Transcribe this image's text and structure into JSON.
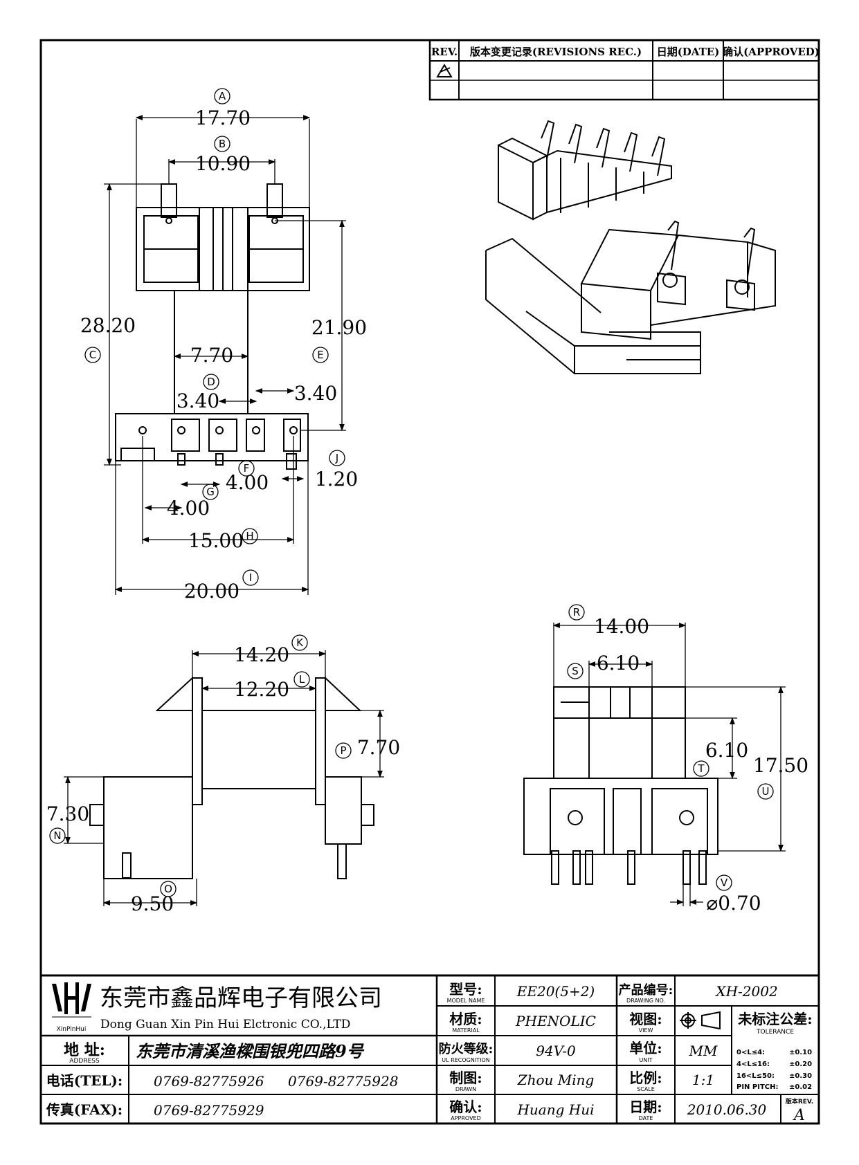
{
  "revision_table": {
    "headers": [
      "REV.",
      "版本变更记录(REVISIONS REC.)",
      "日期(DATE)",
      "确认(APPROVED)"
    ]
  },
  "top_view": {
    "dims": {
      "A": {
        "letter": "A",
        "value": "17.70"
      },
      "B": {
        "letter": "B",
        "value": "10.90"
      },
      "C": {
        "letter": "C",
        "value": "28.20"
      },
      "E": {
        "letter": "E",
        "value": "21.90"
      },
      "center": {
        "value": "7.70"
      },
      "D": {
        "letter": "D",
        "value": "3.40"
      },
      "D2": {
        "value": "3.40"
      },
      "F": {
        "letter": "F",
        "value": "4.00"
      },
      "G": {
        "letter": "G",
        "value": "4.00"
      },
      "J": {
        "letter": "J",
        "value": "1.20"
      },
      "H": {
        "letter": "H",
        "value": "15.00"
      },
      "I": {
        "letter": "I",
        "value": "20.00"
      }
    }
  },
  "side_view": {
    "dims": {
      "K": {
        "letter": "K",
        "value": "14.20"
      },
      "L": {
        "letter": "L",
        "value": "12.20"
      },
      "P": {
        "letter": "P",
        "value": "7.70"
      },
      "N": {
        "letter": "N",
        "value": "7.30"
      },
      "O": {
        "letter": "O",
        "value": "9.50"
      }
    }
  },
  "end_view": {
    "dims": {
      "R": {
        "letter": "R",
        "value": "14.00"
      },
      "S": {
        "letter": "S",
        "value": "6.10"
      },
      "T": {
        "letter": "T",
        "value": "6.10"
      },
      "U": {
        "letter": "U",
        "value": "17.50"
      },
      "V": {
        "letter": "V",
        "value": "⌀0.70"
      }
    }
  },
  "title_block": {
    "logo_caption": "XinPinHui",
    "company_cn": "东莞市鑫品辉电子有限公司",
    "company_en": "Dong Guan Xin Pin Hui Elctronic CO.,LTD",
    "address_label": "地 址:",
    "address_label_en": "ADDRESS",
    "address": "东莞市清溪渔樑围银兜四路9号",
    "tel_label": "电话(TEL):",
    "tel1": "0769-82775926",
    "tel2": "0769-82775928",
    "fax_label": "传真(FAX):",
    "fax": "0769-82775929",
    "model_label": "型号:",
    "model_label_en": "MODEL NAME",
    "model": "EE20(5+2)",
    "material_label": "材质:",
    "material_label_en": "MATERIAL",
    "material": "PHENOLIC",
    "fire_label": "防火等级:",
    "fire_label_en": "UL RECOGNITION",
    "fire": "94V-0",
    "drawn_label": "制图:",
    "drawn_label_en": "DRAWN",
    "drawn": "Zhou Ming",
    "approved_label": "确认:",
    "approved_label_en": "APPROVED",
    "approved": "Huang Hui",
    "drawing_no_label": "产品编号:",
    "drawing_no_label_en": "DRAWING NO.",
    "drawing_no": "XH-2002",
    "view_label": "视图:",
    "view_label_en": "VIEW",
    "unit_label": "单位:",
    "unit_label_en": "UNIT",
    "unit": "MM",
    "scale_label": "比例:",
    "scale_label_en": "SCALE",
    "scale": "1:1",
    "date_label": "日期:",
    "date_label_en": "DATE",
    "date": "2010.06.30",
    "tolerance_label": "未标注公差:",
    "tolerance_label_en": "TOLERANCE",
    "tolerances": [
      {
        "range": "0<L≤4:",
        "value": "±0.10"
      },
      {
        "range": "4<L≤16:",
        "value": "±0.20"
      },
      {
        "range": "16<L≤50:",
        "value": "±0.30"
      },
      {
        "range": "PIN PITCH:",
        "value": "±0.02"
      }
    ],
    "rev_label": "版本REV.",
    "rev": "A"
  }
}
